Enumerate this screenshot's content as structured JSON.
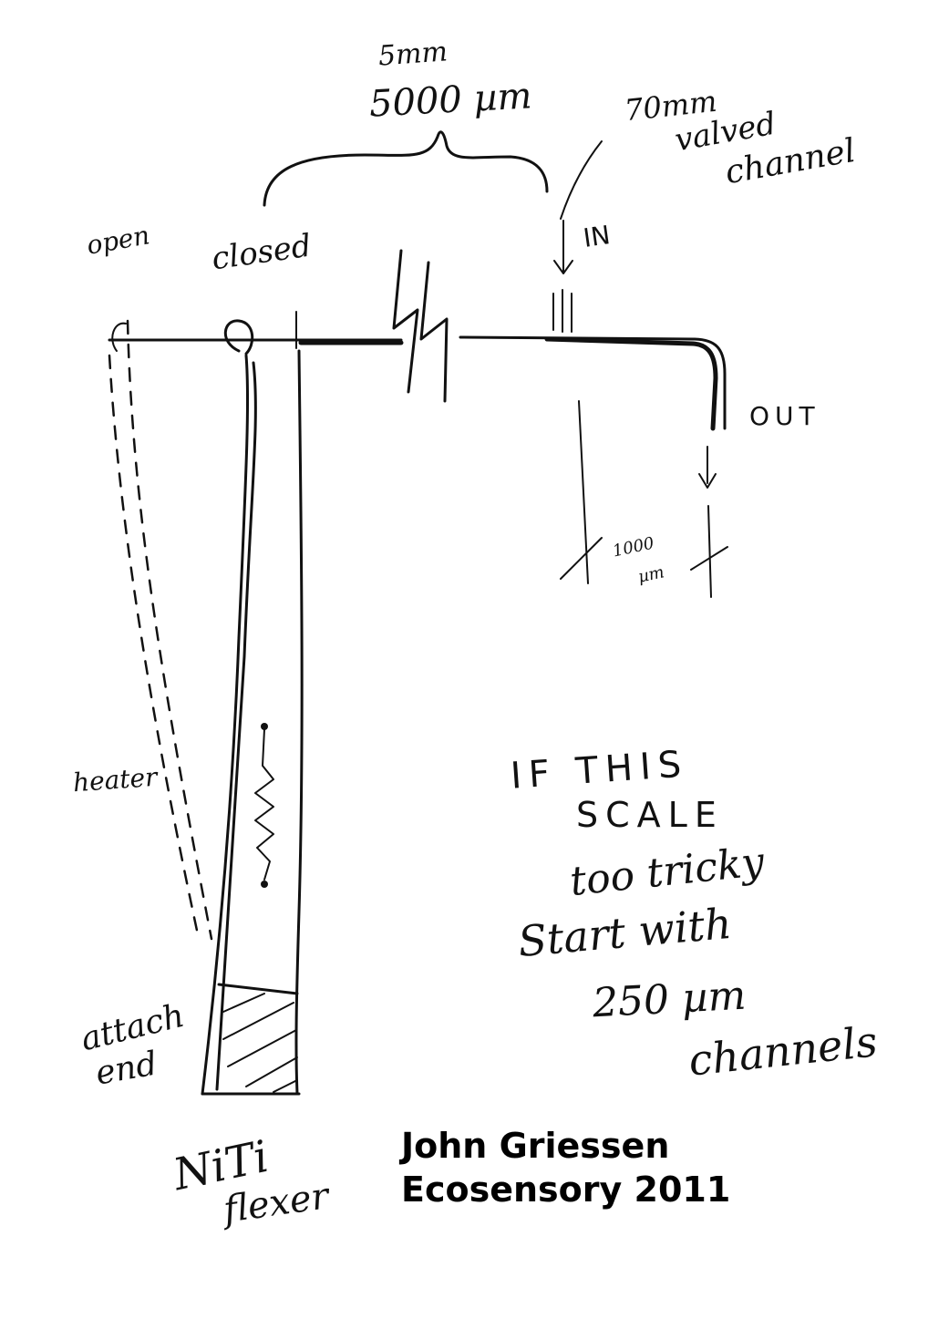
{
  "labels": {
    "size_top": "5mm",
    "size_bottom": "5000 µm",
    "channel_line1": "70mm",
    "channel_line2": "valved",
    "channel_line3": "channel",
    "in": "IN",
    "open": "open",
    "closed": "closed",
    "out": "OUT",
    "width_line1": "1000",
    "width_line2": "µm",
    "heater": "heater",
    "attach_line1": "attach",
    "attach_line2": "end",
    "niti_line1": "NiTi",
    "niti_line2": "flexer"
  },
  "note": {
    "line1": "IF THIS",
    "line2": "SCALE",
    "line3": "too tricky",
    "line4": "Start with",
    "line5": "250 µm",
    "line6": "channels"
  },
  "credit": {
    "line1": "John Griessen",
    "line2": "Ecosensory 2011"
  }
}
